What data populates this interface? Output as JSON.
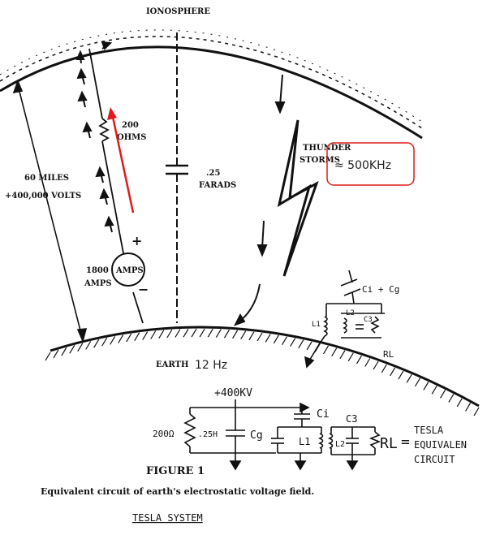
{
  "labels": {
    "ionosphere": "IONOSPHERE",
    "miles": "60 MILES",
    "volts": "+400,000 VOLTS",
    "ohms_value": "200",
    "ohms_unit": "OHMS",
    "farads_value": ".25",
    "farads_unit": "FARADS",
    "thunder": "THUNDER",
    "storms": "STORMS",
    "frequency": "≈ 500KHz",
    "amps_label": "1800",
    "amps_unit": "AMPS",
    "meter": "AMPS",
    "plus": "+",
    "minus": "−",
    "earth": "EARTH",
    "earth_freq": "12 Hz",
    "ci_cg": "Ci + Cg",
    "l1": "L1",
    "l2": "L2",
    "c3": "C3",
    "rl": "RL"
  },
  "equivalent_circuit": {
    "voltage": "+400KV",
    "resistor": "200Ω",
    "inductor": ".25H",
    "cg": "Cg",
    "ci": "Ci",
    "l1": "L1",
    "l2": "L2",
    "c3": "C3",
    "rl": "RL",
    "equals": "=",
    "tesla_line1": "TESLA",
    "tesla_line2": "EQUIVALEN",
    "tesla_line3": "CIRCUIT"
  },
  "figure_label": "FIGURE 1",
  "caption": "Equivalent circuit of earth's electrostatic voltage field.",
  "system_title": "TESLA SYSTEM",
  "colors": {
    "ink": "#111111",
    "annotation": "#e01b1b"
  }
}
